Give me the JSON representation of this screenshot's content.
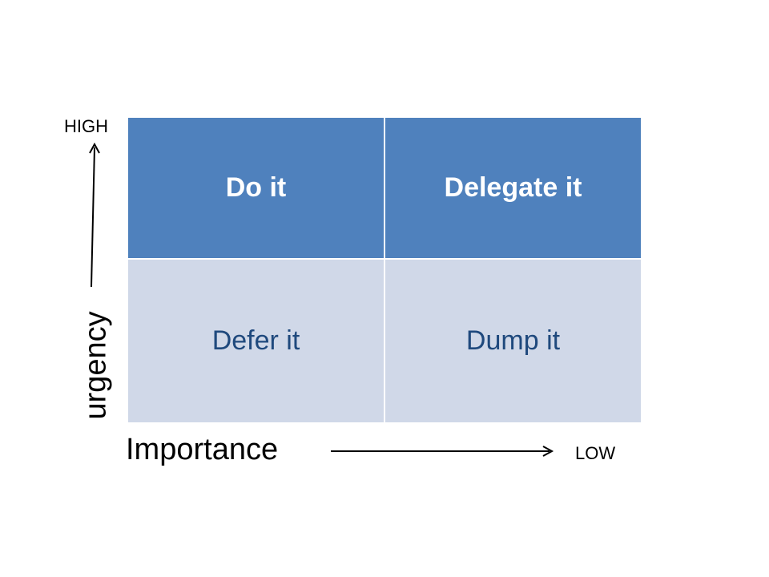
{
  "matrix": {
    "cells": [
      {
        "label": "Do it"
      },
      {
        "label": "Delegate it"
      },
      {
        "label": "Defer it"
      },
      {
        "label": "Dump it"
      }
    ]
  },
  "axes": {
    "y_label": "urgency",
    "y_high": "HIGH",
    "x_label": "Importance",
    "x_low": "LOW"
  },
  "colors": {
    "top_fill": "#4f81bd",
    "bottom_fill": "#d0d8e8",
    "top_text": "#ffffff",
    "bottom_text": "#1f497d"
  }
}
